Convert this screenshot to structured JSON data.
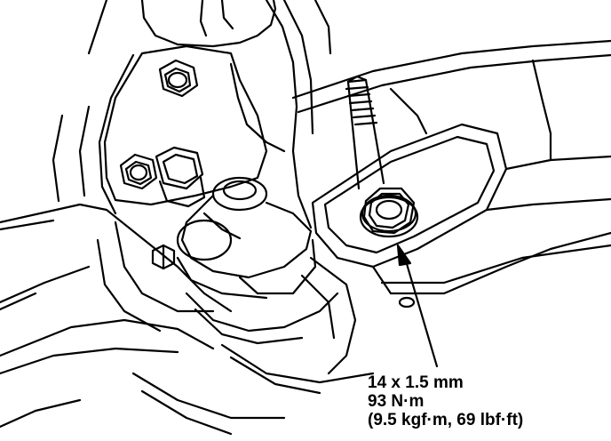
{
  "diagram": {
    "subject": "engine mount bolt torque specification illustration",
    "line_color": "#000000",
    "background_color": "#ffffff"
  },
  "callout": {
    "bolt_size": "14 x 1.5 mm",
    "torque_metric": "93 N·m",
    "torque_imperial": "(9.5 kgf·m, 69 lbf·ft)"
  }
}
